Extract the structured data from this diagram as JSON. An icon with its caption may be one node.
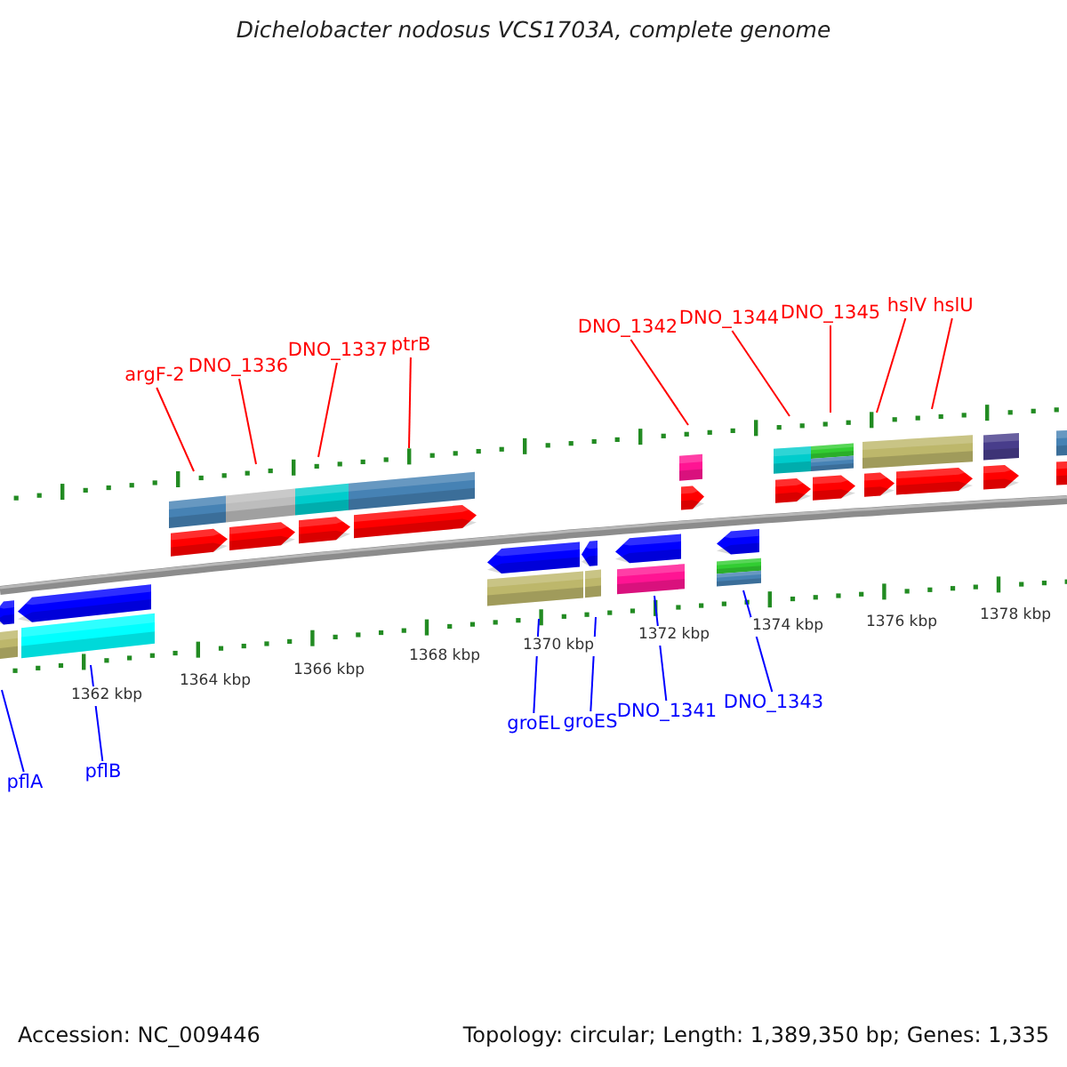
{
  "diagram": {
    "title": "Dichelobacter nodosus VCS1703A, complete genome",
    "nodes": [
      {
        "text": [
          "argF-2"
        ]
      },
      {
        "text": [
          "DNO_1336"
        ]
      },
      {
        "text": [
          "DNO_1337"
        ]
      },
      {
        "text": [
          "ptrB"
        ]
      },
      {
        "text": [
          "DNO_1342"
        ]
      },
      {
        "text": [
          "DNO_1344"
        ]
      },
      {
        "text": [
          "DNO_1345"
        ]
      },
      {
        "text": [
          "hslV"
        ]
      },
      {
        "text": [
          "hslU"
        ]
      },
      {
        "text": [
          "pflA"
        ]
      },
      {
        "text": [
          "pflB"
        ]
      },
      {
        "text": [
          "groEL"
        ]
      },
      {
        "text": [
          "groES"
        ]
      },
      {
        "text": [
          "DNO_1341"
        ]
      },
      {
        "text": [
          "DNO_1343"
        ]
      }
    ],
    "edges": [
      {
        "from": 0,
        "to": null,
        "arrow": "none"
      },
      {
        "from": 1,
        "to": null,
        "arrow": "none"
      },
      {
        "from": 2,
        "to": null,
        "arrow": "none"
      },
      {
        "from": 3,
        "to": null,
        "arrow": "none"
      },
      {
        "from": 4,
        "to": null,
        "arrow": "none"
      },
      {
        "from": 5,
        "to": null,
        "arrow": "none"
      },
      {
        "from": 6,
        "to": null,
        "arrow": "none"
      },
      {
        "from": 7,
        "to": null,
        "arrow": "none"
      },
      {
        "from": 8,
        "to": null,
        "arrow": "none"
      },
      {
        "from": 9,
        "to": null,
        "arrow": "none",
        "color": "#0000ff"
      },
      {
        "from": 10,
        "to": null,
        "arrow": "none",
        "color": "#0000ff"
      },
      {
        "from": 11,
        "to": null,
        "arrow": "none",
        "color": "#0000ff"
      },
      {
        "from": 12,
        "to": null,
        "arrow": "none",
        "color": "#0000ff"
      },
      {
        "from": 13,
        "to": null,
        "arrow": "none",
        "color": "#0000ff"
      },
      {
        "from": 14,
        "to": null,
        "arrow": "none",
        "color": "#0000ff"
      }
    ],
    "labels": [
      "1362 kbp",
      "1364 kbp",
      "1366 kbp",
      "1368 kbp",
      "1370 kbp",
      "1372 kbp",
      "1374 kbp",
      "1376 kbp",
      "1378 kbp",
      "Accession: NC_009446",
      "Topology: circular; Length: 1,389,350 bp; Genes: 1,335"
    ]
  }
}
